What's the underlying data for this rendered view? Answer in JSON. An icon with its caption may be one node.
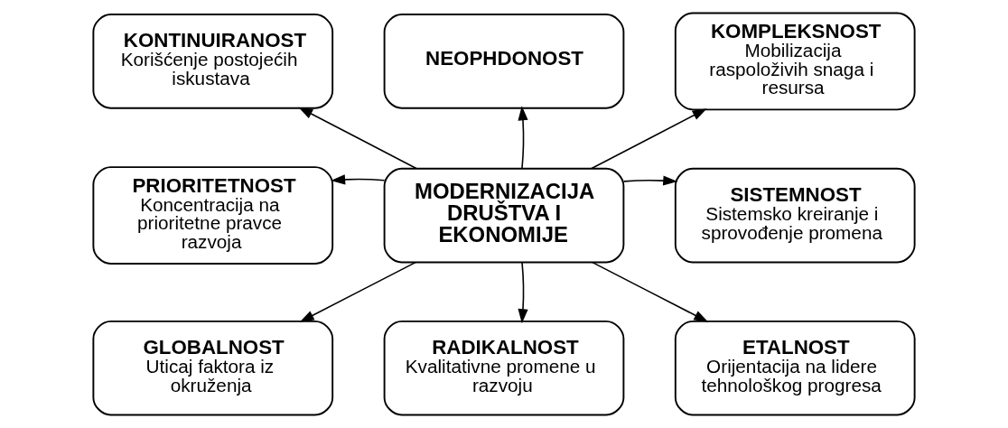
{
  "diagram": {
    "nodes": [
      {
        "text": [
          "KONTINUIRANOST",
          "Korišćenje postojećih iskustava"
        ]
      },
      {
        "text": [
          "NEOPHDONOST"
        ]
      },
      {
        "text": [
          "KOMPLEKSNOST",
          "Mobilizacija raspoloživih snaga i resursa"
        ]
      },
      {
        "text": [
          "PRIORITETNOST",
          "Koncentracija na prioritetne pravce razvoja"
        ]
      },
      {
        "text": [
          "MODERNIZACIJA DRUŠTVA I EKONOMIJE"
        ]
      },
      {
        "text": [
          "SISTEMNOST",
          "Sistemsko kreiranje i sprovođenje promena"
        ]
      },
      {
        "text": [
          "GLOBALNOST",
          "Uticaj faktora iz okruženja"
        ]
      },
      {
        "text": [
          "RADIKALNOST",
          "Kvalitativne promene u razvoju"
        ]
      },
      {
        "text": [
          "ETALNOST",
          "Orijentacija na lidere tehnološkog progresa"
        ]
      }
    ],
    "edges": [
      {
        "from": 4,
        "to": 0,
        "arrow": "to"
      },
      {
        "from": 4,
        "to": 1,
        "arrow": "to"
      },
      {
        "from": 4,
        "to": 2,
        "arrow": "to"
      },
      {
        "from": 4,
        "to": 3,
        "arrow": "to"
      },
      {
        "from": 4,
        "to": 5,
        "arrow": "to"
      },
      {
        "from": 4,
        "to": 6,
        "arrow": "to"
      },
      {
        "from": 4,
        "to": 7,
        "arrow": "to"
      },
      {
        "from": 4,
        "to": 8,
        "arrow": "to"
      }
    ]
  }
}
